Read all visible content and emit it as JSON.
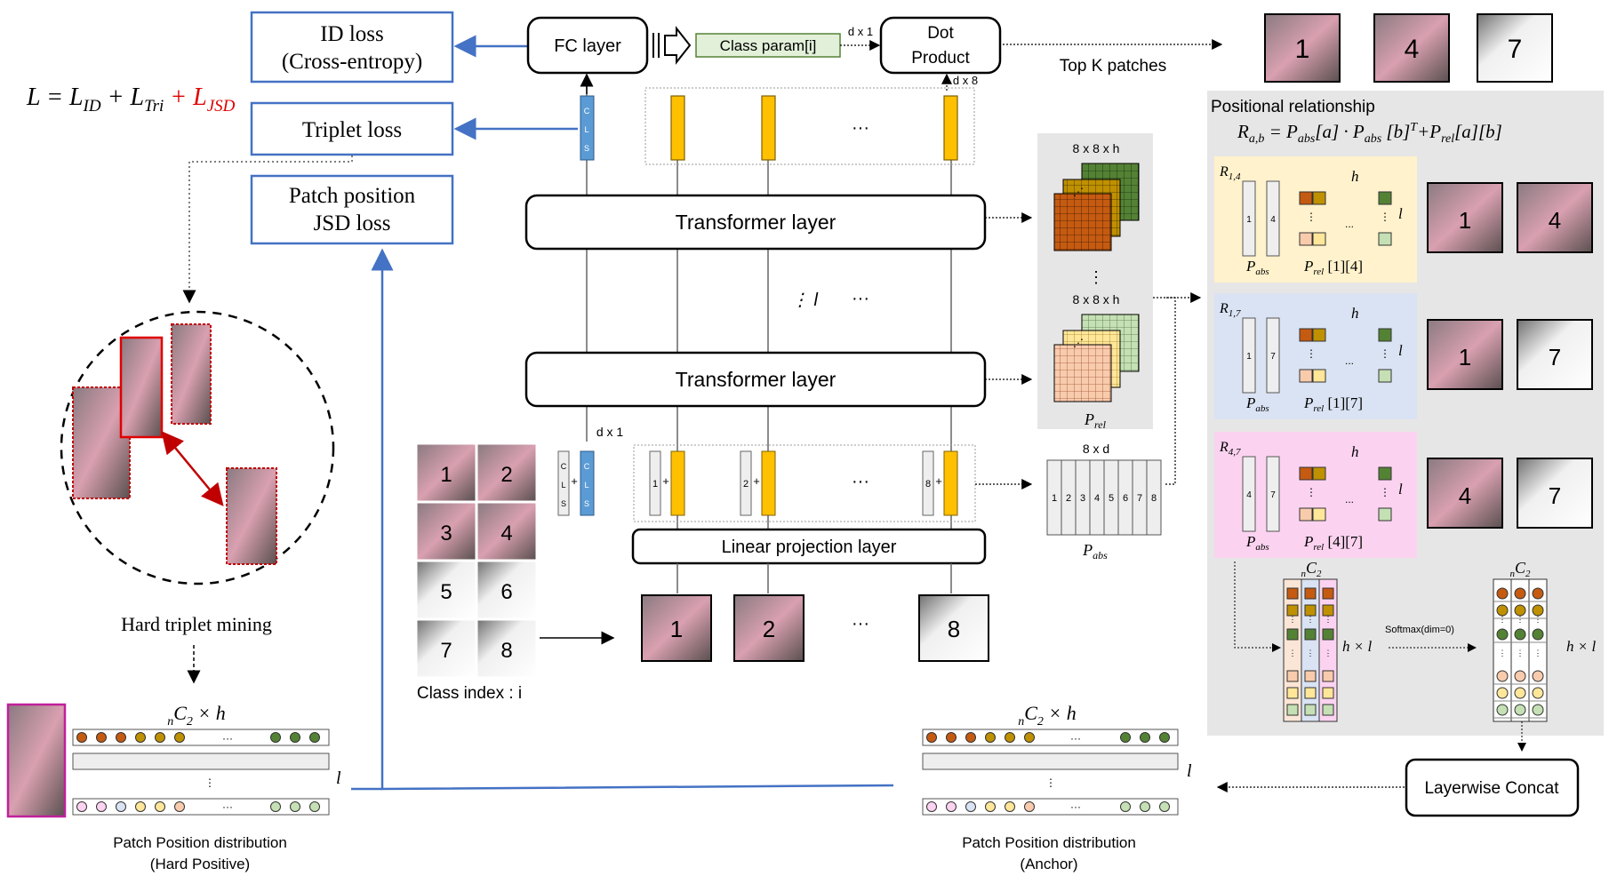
{
  "losses": {
    "id_loss_line1": "ID loss",
    "id_loss_line2": "(Cross-entropy)",
    "triplet_loss": "Triplet loss",
    "jsd_line1": "Patch position",
    "jsd_line2": "JSD loss"
  },
  "equation": {
    "lhs": "L = L",
    "sub_id": "ID",
    "plus1": " + L",
    "sub_tri": "Tri",
    "plus2": " + L",
    "sub_jsd": "JSD"
  },
  "backbone": {
    "fc_layer": "FC layer",
    "class_param": "Class param[i]",
    "d_x_1_top": "d x 1",
    "dot_line1": "Dot",
    "dot_line2": "Product",
    "d_x_8": "d x 8",
    "top_k": "Top  K patches",
    "transformer_top": "Transformer layer",
    "transformer_bottom": "Transformer layer",
    "linear_projection": "Linear projection layer",
    "cls_letters": [
      "C",
      "L",
      "S"
    ],
    "d_x_1_mid": "d x 1",
    "layer_dots": "⋮ l",
    "ellipsis": "···",
    "class_index": "Class index : i"
  },
  "embeddings": {
    "pos_labels": [
      "1",
      "2",
      "8"
    ],
    "plus": "+"
  },
  "grid_patches": [
    "1",
    "2",
    "3",
    "4",
    "5",
    "6",
    "7",
    "8"
  ],
  "input_patches": [
    "1",
    "2",
    "8"
  ],
  "top_k_patches": [
    "1",
    "4",
    "7"
  ],
  "attention": {
    "dim_top": "8 x 8 x h",
    "dim_mid": "8 x 8 x h",
    "p_rel": "P",
    "p_rel_sub": "rel",
    "pabs_dim": "8 x d",
    "pabs_cells": [
      "1",
      "2",
      "3",
      "4",
      "5",
      "6",
      "7",
      "8"
    ],
    "p_abs": "P",
    "p_abs_sub": "abs"
  },
  "positional": {
    "title": "Positional relationship",
    "formula": "R",
    "formula_sub": "a,b",
    "formula_rest": " = P",
    "panels": [
      {
        "r": "R",
        "r_sub": "1,4",
        "a": "1",
        "b": "4",
        "pair": "[1][4]",
        "img_a": "1",
        "img_b": "4"
      },
      {
        "r": "R",
        "r_sub": "1,7",
        "a": "1",
        "b": "7",
        "pair": "[1][7]",
        "img_a": "1",
        "img_b": "7"
      },
      {
        "r": "R",
        "r_sub": "4,7",
        "a": "4",
        "b": "7",
        "pair": "[4][7]",
        "img_a": "4",
        "img_b": "7"
      }
    ],
    "h": "h",
    "l": "l",
    "softmax": "Softmax(dim=0)",
    "nc2": "C",
    "h_x_l": "h × l",
    "layerwise_concat": "Layerwise Concat"
  },
  "distributions": {
    "hard_triplet": "Hard triplet mining",
    "nc2h": "C",
    "nc2h_suffix": " × h",
    "l": "l",
    "hard_pos_line1": "Patch Position distribution",
    "hard_pos_line2": "(Hard Positive)",
    "anchor_line1": "Patch Position distribution",
    "anchor_line2": "(Anchor)"
  },
  "colors": {
    "blue": "#4472c4",
    "orange_token": "#ffc000",
    "cls_blue": "#5b9bd5",
    "red": "#c00000",
    "panel_yellow": "#fff2cc",
    "panel_blue": "#dae3f3",
    "panel_pink": "#fbd3f0",
    "gray_panel": "#e7e6e6"
  }
}
